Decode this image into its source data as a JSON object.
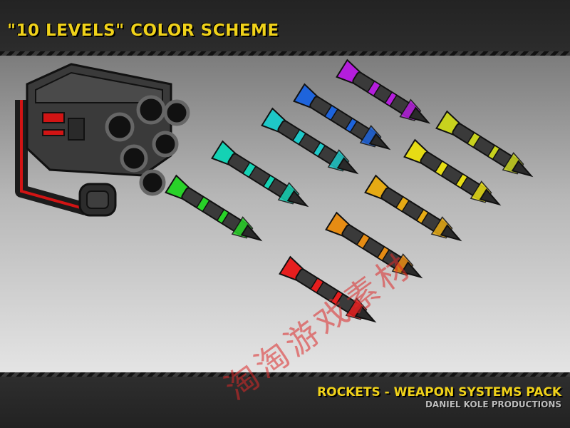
{
  "header": {
    "title": "\"10 LEVELS\" COLOR SCHEME"
  },
  "footer": {
    "title": "ROCKETS - WEAPON SYSTEMS PACK",
    "credit": "DANIEL KOLE PRODUCTIONS"
  },
  "launcher": {
    "name": "rocket-launcher",
    "accent": "#e01414"
  },
  "rockets": [
    {
      "color": "#b41edc"
    },
    {
      "color": "#1e64dc"
    },
    {
      "color": "#1ec8c8"
    },
    {
      "color": "#14d2b4"
    },
    {
      "color": "#28d228"
    },
    {
      "color": "#c8d21e"
    },
    {
      "color": "#e6dc14"
    },
    {
      "color": "#e6aa14"
    },
    {
      "color": "#e68c14"
    },
    {
      "color": "#e61e1e"
    }
  ],
  "watermark": {
    "text": "淘淘游戏素材"
  },
  "colors": {
    "accent": "#f0d21a",
    "background": "#2b2b2b"
  }
}
